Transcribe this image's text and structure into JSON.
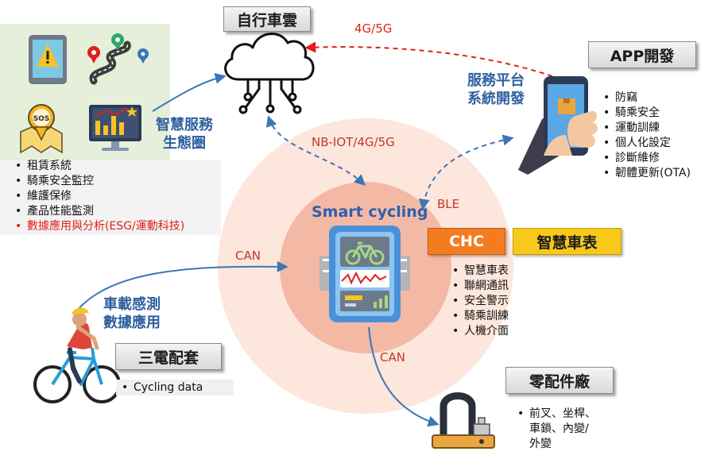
{
  "cloud": {
    "title": "自行車雲",
    "link_label": "4G/5G"
  },
  "app": {
    "title": "APP開發",
    "side_label_line1": "服務平台",
    "side_label_line2": "系統開發",
    "items": [
      "防竊",
      "騎乘安全",
      "運動訓練",
      "個人化設定",
      "診斷維修",
      "韌體更新(OTA)"
    ]
  },
  "ecosystem": {
    "label_line1": "智慧服務",
    "label_line2": "生態圈",
    "items": [
      {
        "text": "租賃系統",
        "highlight": false
      },
      {
        "text": "騎乘安全監控",
        "highlight": false
      },
      {
        "text": "維護保修",
        "highlight": false
      },
      {
        "text": "產品性能監測",
        "highlight": false
      },
      {
        "text": "數據應用與分析(ESG/運動科技)",
        "highlight": true
      }
    ],
    "icons": [
      "tablet-warning-icon",
      "map-route-icon",
      "sos-map-icon",
      "analytics-monitor-icon"
    ]
  },
  "center": {
    "title": "Smart cycling",
    "ble_label": "BLE",
    "network_label": "NB-IOT/4G/5G",
    "chc_label": "CHC",
    "product_label": "智慧車表",
    "items": [
      "智慧車表",
      "聯網通訊",
      "安全警示",
      "騎乘訓練",
      "人機介面"
    ]
  },
  "sensors": {
    "label_line1": "車載感測",
    "label_line2": "數據應用",
    "box_title": "三電配套",
    "items": [
      "Cycling data"
    ],
    "can_label": "CAN"
  },
  "parts": {
    "title": "零配件廠",
    "can_label": "CAN",
    "item_line1": "前叉、坐桿、",
    "item_line2": "車鎖、內變/",
    "item_line3": "外變"
  },
  "colors": {
    "outer_circle": "#fde6dc",
    "inner_circle": "#f3b9a5",
    "accent_blue": "#2e5f9e",
    "arrow_blue": "#3b76b8",
    "red": "#e0201a",
    "chc_orange": "#f47c20",
    "yellow": "#f8c91b"
  }
}
